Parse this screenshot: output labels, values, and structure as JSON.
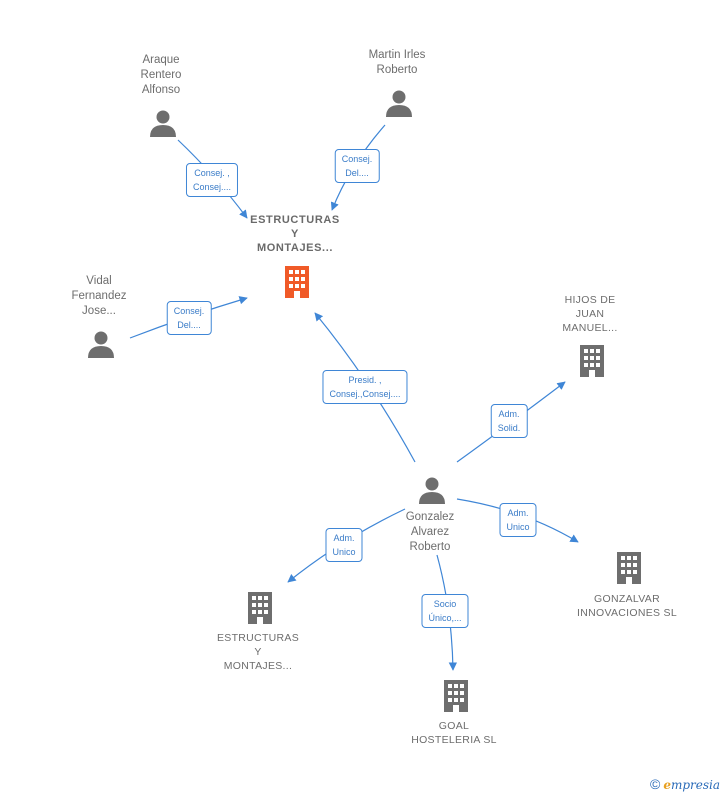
{
  "nodes": {
    "araque": {
      "lines": [
        "Araque",
        "Rentero",
        "Alfonso"
      ]
    },
    "martin": {
      "lines": [
        "Martin Irles",
        "Roberto"
      ]
    },
    "vidal": {
      "lines": [
        "Vidal",
        "Fernandez",
        "Jose..."
      ]
    },
    "main_company": {
      "lines": [
        "ESTRUCTURAS",
        "Y",
        "MONTAJES..."
      ]
    },
    "hijos": {
      "lines": [
        "HIJOS DE",
        "JUAN",
        "MANUEL..."
      ]
    },
    "gonzalez": {
      "lines": [
        "Gonzalez",
        "Alvarez",
        "Roberto"
      ]
    },
    "gonzalvar": {
      "lines": [
        "GONZALVAR",
        "INNOVACIONES SL"
      ]
    },
    "estructuras2": {
      "lines": [
        "ESTRUCTURAS",
        "Y",
        "MONTAJES..."
      ]
    },
    "goal": {
      "lines": [
        "GOAL",
        "HOSTELERIA SL"
      ]
    }
  },
  "edge_labels": {
    "araque_main": [
      "Consej. ,",
      "Consej...."
    ],
    "martin_main": [
      "Consej.",
      "Del...."
    ],
    "vidal_main": [
      "Consej.",
      "Del...."
    ],
    "gonzalez_main": [
      "Presid. ,",
      "Consej.,Consej...."
    ],
    "gonzalez_hijos": [
      "Adm.",
      "Solid."
    ],
    "gonzalez_gonzalvar": [
      "Adm.",
      "Unico"
    ],
    "gonzalez_estructuras2": [
      "Adm.",
      "Unico"
    ],
    "gonzalez_goal": [
      "Socio",
      "Único,..."
    ]
  },
  "colors": {
    "person_icon": "#6e6e6e",
    "company_icon": "#6e6e6e",
    "main_company_icon": "#f05a28",
    "edge": "#3f86d6"
  },
  "footer": {
    "copyright": "©",
    "brand_initial": "e",
    "brand_rest": "mpresia"
  }
}
